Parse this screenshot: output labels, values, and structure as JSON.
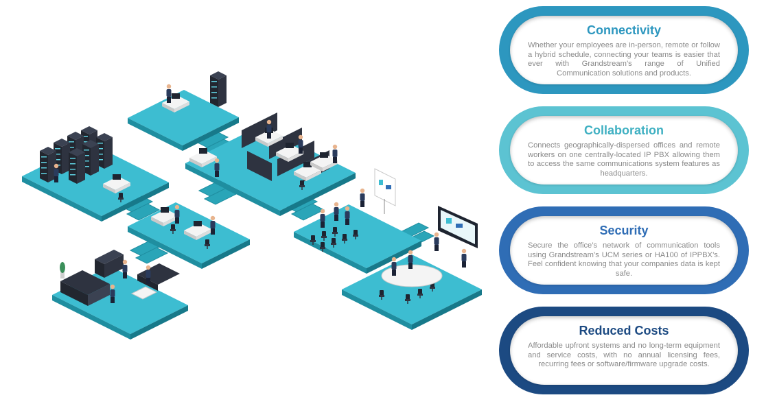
{
  "colors": {
    "floor_top": "#3dbdd1",
    "floor_side": "#1f8ea0",
    "floor_front": "#17798a",
    "server_dark": "#2e3340",
    "connectivity": "#2d97bf",
    "collaboration": "#5cc3d2",
    "security": "#2f6db5",
    "reduced_costs": "#1c4a82"
  },
  "cards": [
    {
      "title": "Connectivity",
      "text": "Whether your employees are in-person, remote or follow a hybrid schedule, connecting your teams is easier that ever with Grandstream’s range of Unified Communication solutions and products."
    },
    {
      "title": "Collaboration",
      "text": "Connects geographically-dispersed offices and remote workers on one centrally-located IP PBX allowing them to access the same communications system features as headquarters."
    },
    {
      "title": "Security",
      "text": "Secure the office’s network of communication tools using Grandstream’s UCM series or HA100 of IPPBX’s. Feel confident knowing that your companies data is kept safe."
    },
    {
      "title": "Reduced Costs",
      "text": "Affordable upfront systems and no long-term equipment and service costs, with no annual licensing fees, recurring fees or software/firmware upgrade costs."
    }
  ]
}
